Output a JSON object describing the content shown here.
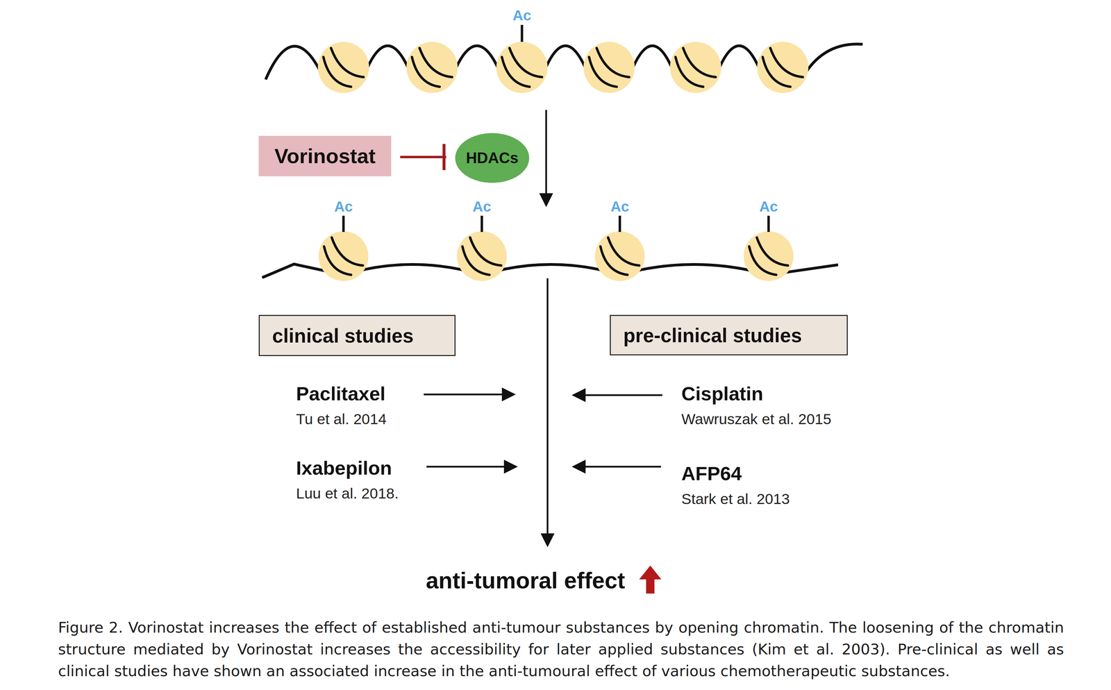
{
  "diagram": {
    "caption": "Figure 2. Vorinostat increases the effect of established anti-tumour substances by opening chromatin. The loosening of the chromatin structure mediated by Vorinostat increases the accessibility for later applied substances (Kim et al. 2003). Pre-clinical as well as clinical studies have shown an associated increase in the anti-tumoural effect of various chemotherapeutic substances.",
    "nodes": [
      {
        "text": [
          "Vorinostat"
        ]
      },
      {
        "text": [
          "HDACs"
        ]
      },
      {
        "text": [
          "clinical studies"
        ]
      },
      {
        "text": [
          "pre-clinical studies"
        ]
      }
    ],
    "edges": [
      {
        "from": 0,
        "to": 1,
        "arrow": "to"
      }
    ],
    "labels": [
      "Ac",
      "Ac",
      "Ac",
      "Ac",
      "Ac",
      "Paclitaxel",
      "Tu et al. 2014",
      "Cisplatin",
      "Wawruszak et al. 2015",
      "Ixabepilon",
      "Luu et al. 2018.",
      "AFP64",
      "Stark et al. 2013",
      "anti-tumoral effect"
    ]
  }
}
